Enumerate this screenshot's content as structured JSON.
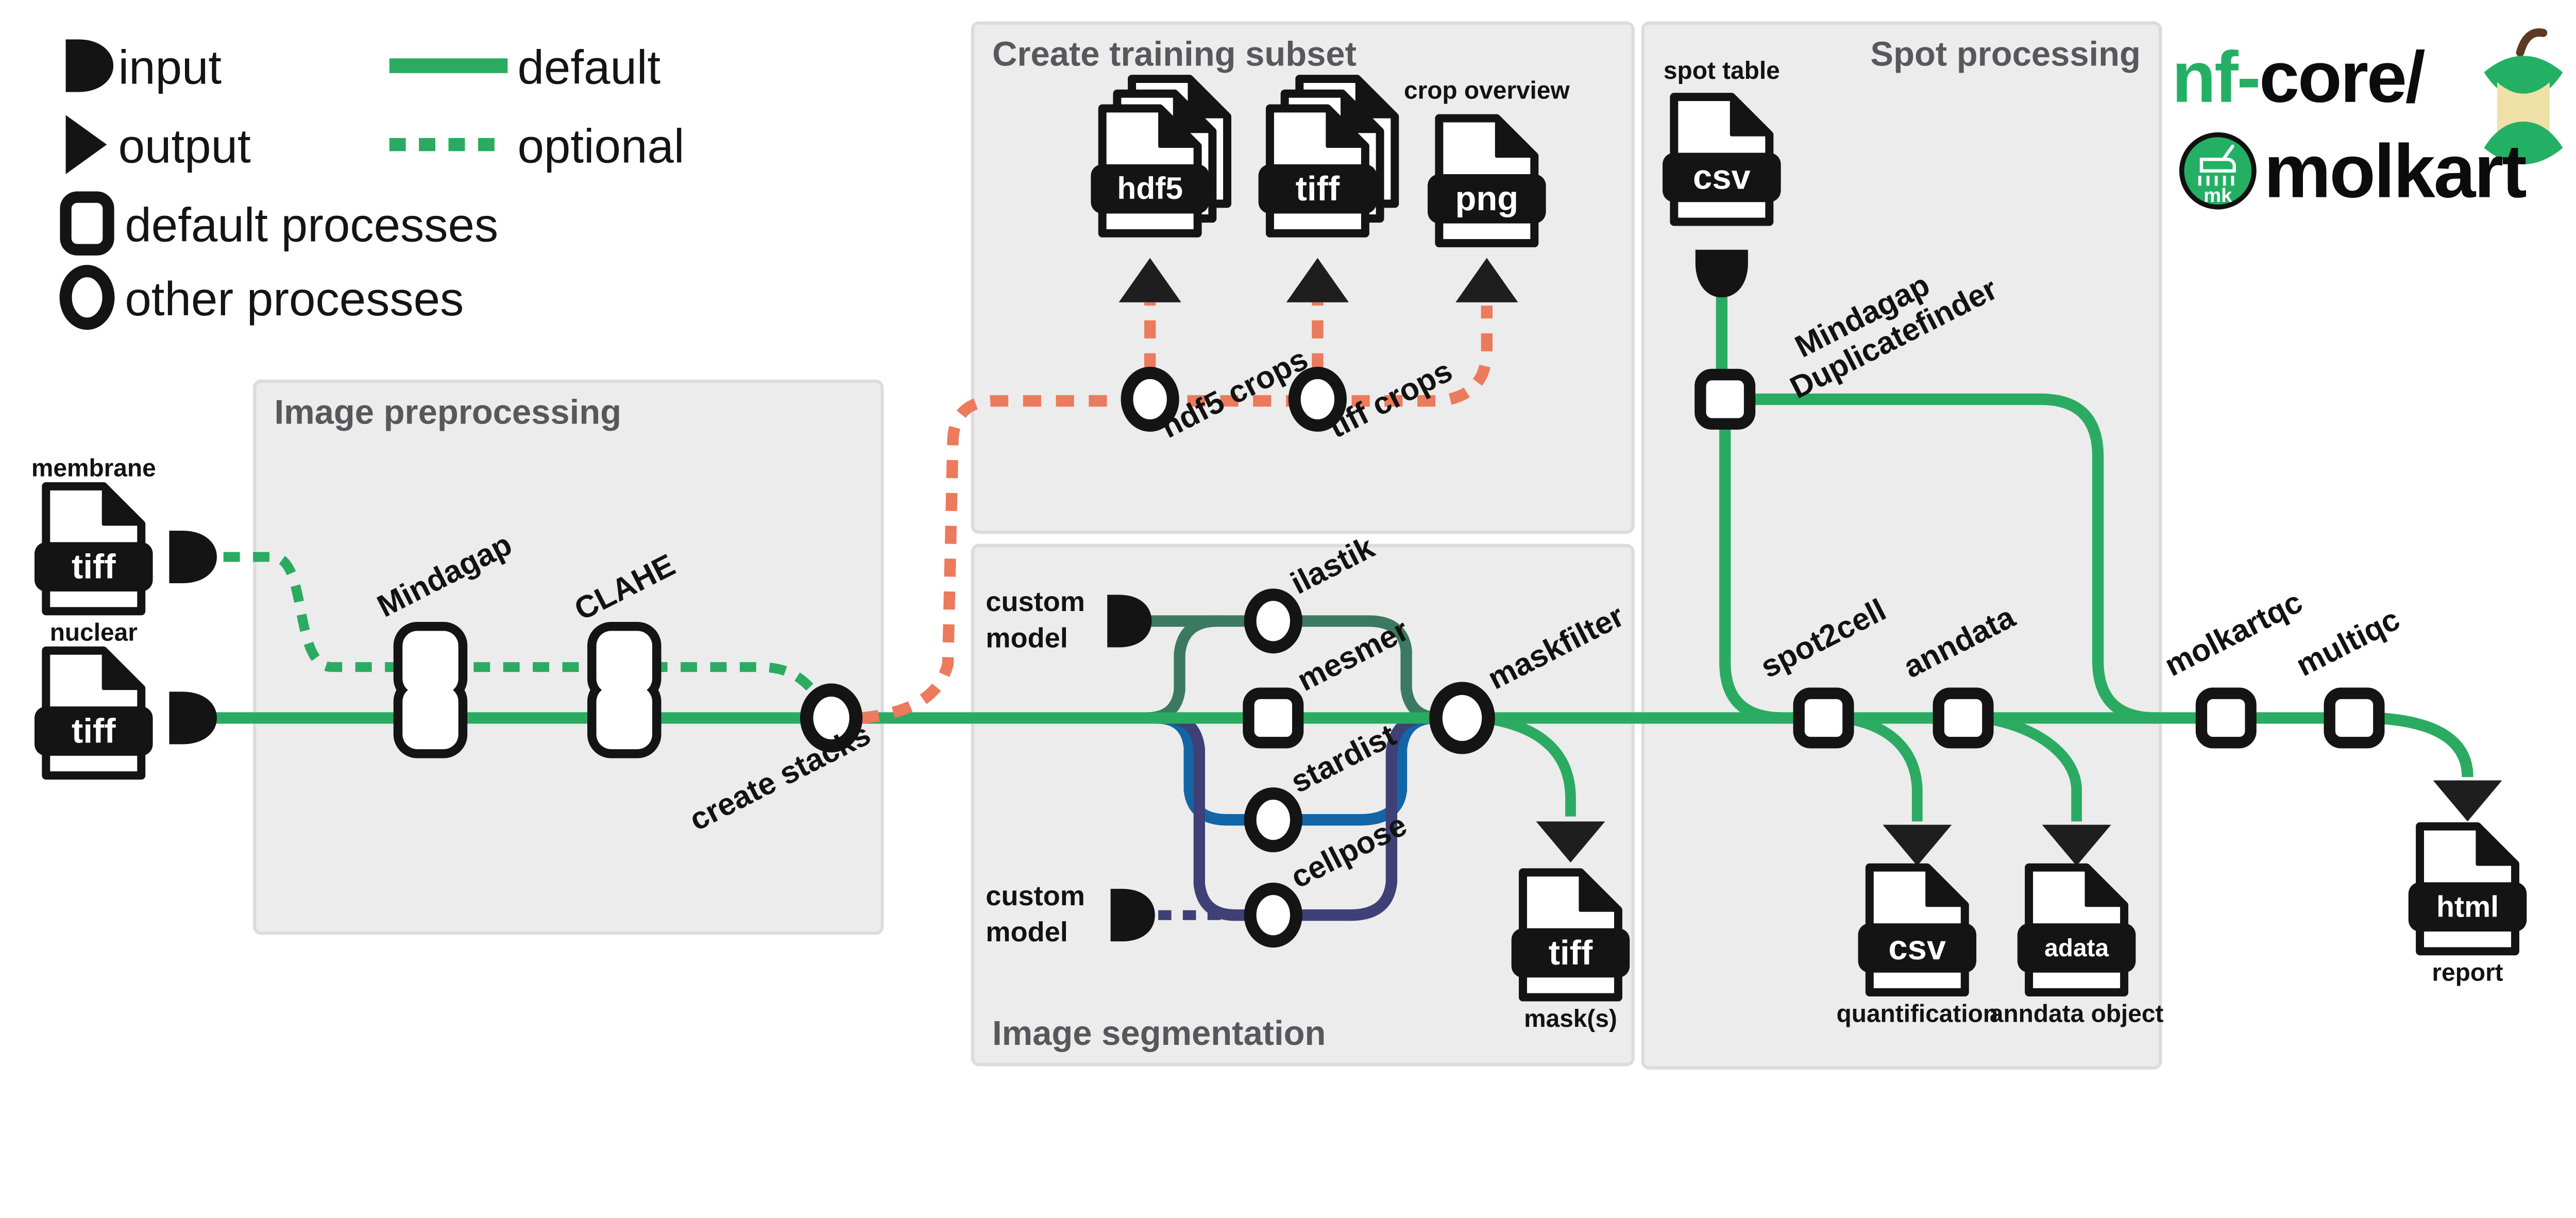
{
  "colors": {
    "green": "#2BAB61",
    "logo_green": "#24B064",
    "salmon": "#EC7A5C",
    "teal": "#3B7A60",
    "blue": "#1365A6",
    "navy": "#3E4076",
    "box_fill": "#ECECEC",
    "box_border": "#DCDCDC",
    "title": "#58585A",
    "ink": "#141414",
    "cream": "#EFE0A8",
    "stem": "#5C3A21"
  },
  "legend": {
    "input": "input",
    "output": "output",
    "default_line": "default",
    "optional_line": "optional",
    "default_processes": "default processes",
    "other_processes": "other processes"
  },
  "logo": {
    "nf": "nf-",
    "core": "core/",
    "molkart": "molkart",
    "badge": "mk"
  },
  "boxes": {
    "preprocessing": "Image preprocessing",
    "training": "Create training subset",
    "segmentation": "Image segmentation",
    "spot": "Spot processing"
  },
  "files": {
    "membrane": {
      "label": "membrane",
      "ext": "tiff"
    },
    "nuclear": {
      "label": "nuclear",
      "ext": "tiff"
    },
    "spot_table": {
      "label": "spot table",
      "ext": "csv"
    },
    "hdf5_crops_file": {
      "ext": "hdf5"
    },
    "tiff_crops_file": {
      "ext": "tiff"
    },
    "png_overview": {
      "label": "crop overview",
      "ext": "png"
    },
    "masks": {
      "label": "mask(s)",
      "ext": "tiff"
    },
    "quantification": {
      "label": "quantification",
      "ext": "csv"
    },
    "anndata_object": {
      "label": "anndata object",
      "ext": "adata"
    },
    "report": {
      "label": "report",
      "ext": "html"
    }
  },
  "nodes": {
    "mindagap": "Mindagap",
    "clahe": "CLAHE",
    "create_stacks": "create stacks",
    "hdf5_crops": "hdf5 crops",
    "tiff_crops": "tiff crops",
    "custom_model_line1": "custom",
    "custom_model_line2": "model",
    "ilastik": "ilastik",
    "mesmer": "mesmer",
    "stardist": "stardist",
    "cellpose": "cellpose",
    "maskfilter": "maskfilter",
    "duplicatefinder_line1": "Mindagap",
    "duplicatefinder_line2": "Duplicatefinder",
    "spot2cell": "spot2cell",
    "anndata": "anndata",
    "molkartqc": "molkartqc",
    "multiqc": "multiqc"
  }
}
